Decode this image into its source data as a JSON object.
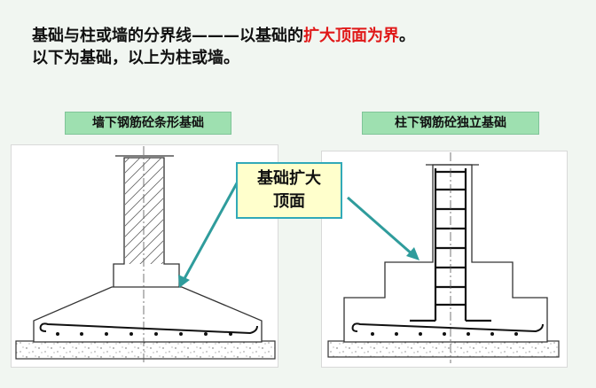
{
  "heading": {
    "line1_part1": "基础与柱或墙的分界线———以基础的",
    "line1_highlight": "扩大顶面为界",
    "line1_end": "。",
    "line2": "以下为基础，以上为柱或墙。"
  },
  "left_title": "墙下钢筋砼条形基础",
  "right_title": "柱下钢筋砼独立基础",
  "callout": {
    "line1": "基础扩大",
    "line2": "顶面"
  },
  "colors": {
    "highlight": "#e01818",
    "title_bg": "#9ee0b0",
    "callout_bg": "#ffffcc",
    "callout_border": "#31a9b8",
    "arrow": "#2f9c9c"
  }
}
